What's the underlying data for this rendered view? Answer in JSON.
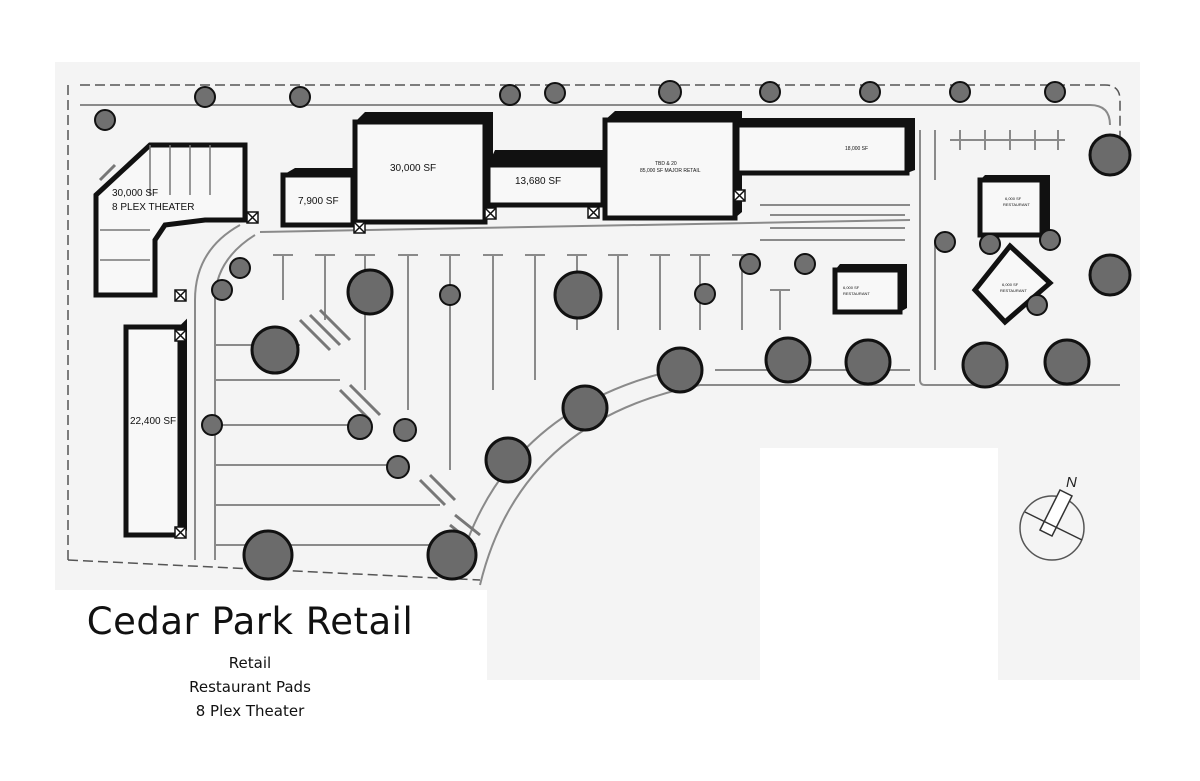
{
  "title": "Cedar Park Retail",
  "legend": [
    "Retail",
    "Restaurant Pads",
    "8 Plex Theater"
  ],
  "buildings": [
    {
      "id": "theater",
      "label": "30,000 SF",
      "sublabel": "8 PLEX THEATER"
    },
    {
      "id": "retail-22400",
      "label": "22,400 SF",
      "sublabel": ""
    },
    {
      "id": "retail-7900",
      "label": "7,900 SF",
      "sublabel": ""
    },
    {
      "id": "retail-30000",
      "label": "30,000 SF",
      "sublabel": ""
    },
    {
      "id": "retail-13680",
      "label": "13,680 SF",
      "sublabel": ""
    },
    {
      "id": "anchor-major",
      "label": "TBD & 20",
      "sublabel": "85,000 SF MAJOR RETAIL"
    },
    {
      "id": "retail-east",
      "label": "18,000 SF",
      "sublabel": ""
    },
    {
      "id": "pad-north",
      "label": "6,000 SF",
      "sublabel": "RESTAURANT"
    },
    {
      "id": "pad-mid",
      "label": "6,000 SF",
      "sublabel": "RESTAURANT"
    },
    {
      "id": "pad-diamond",
      "label": "6,000 SF",
      "sublabel": "RESTAURANT"
    }
  ],
  "compass": {
    "label": "N"
  },
  "colors": {
    "ink": "#1a1a1a",
    "paper": "#f4f4f4",
    "tree": "#6b6b6b",
    "line": "#9a9a9a"
  }
}
